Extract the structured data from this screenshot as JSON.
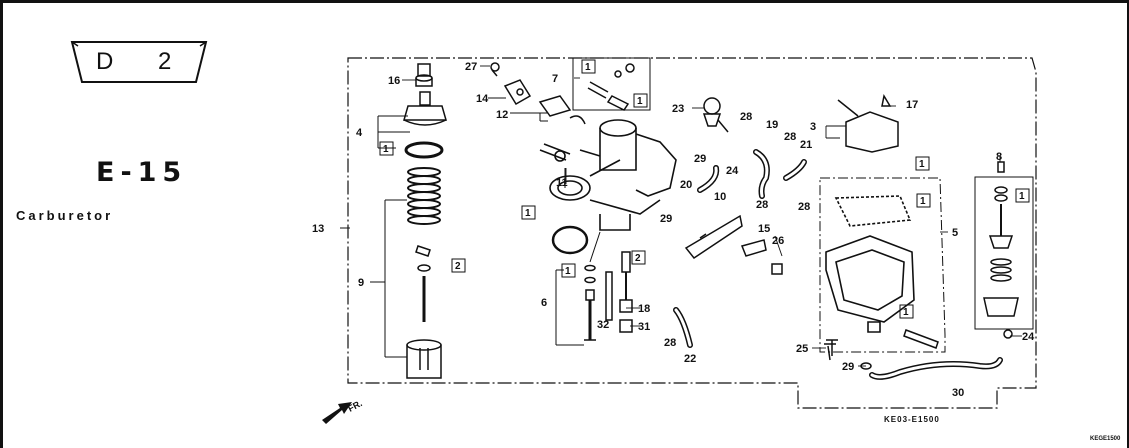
{
  "section_code": {
    "letter": "D",
    "number": "2"
  },
  "reference": {
    "code": "E-15",
    "title": "Carburetor"
  },
  "diagram_code": "KE03-E1500",
  "corner_code": "KEGE1500",
  "direction_label": "FR.",
  "callouts": {
    "c1": "1",
    "c2": "2",
    "c3": "3",
    "c4": "4",
    "c5": "5",
    "c6": "6",
    "c7": "7",
    "c8": "8",
    "c9": "9",
    "c10": "10",
    "c11": "11",
    "c12": "12",
    "c13": "13",
    "c14": "14",
    "c15": "15",
    "c16": "16",
    "c17": "17",
    "c18": "18",
    "c19": "19",
    "c20": "20",
    "c21": "21",
    "c22": "22",
    "c23": "23",
    "c24": "24",
    "c25": "25",
    "c26": "26",
    "c27": "27",
    "c28": "28",
    "c29": "29",
    "c30": "30",
    "c31": "31",
    "c32": "32"
  },
  "boxed_tags": {
    "one": "1",
    "two": "2"
  }
}
